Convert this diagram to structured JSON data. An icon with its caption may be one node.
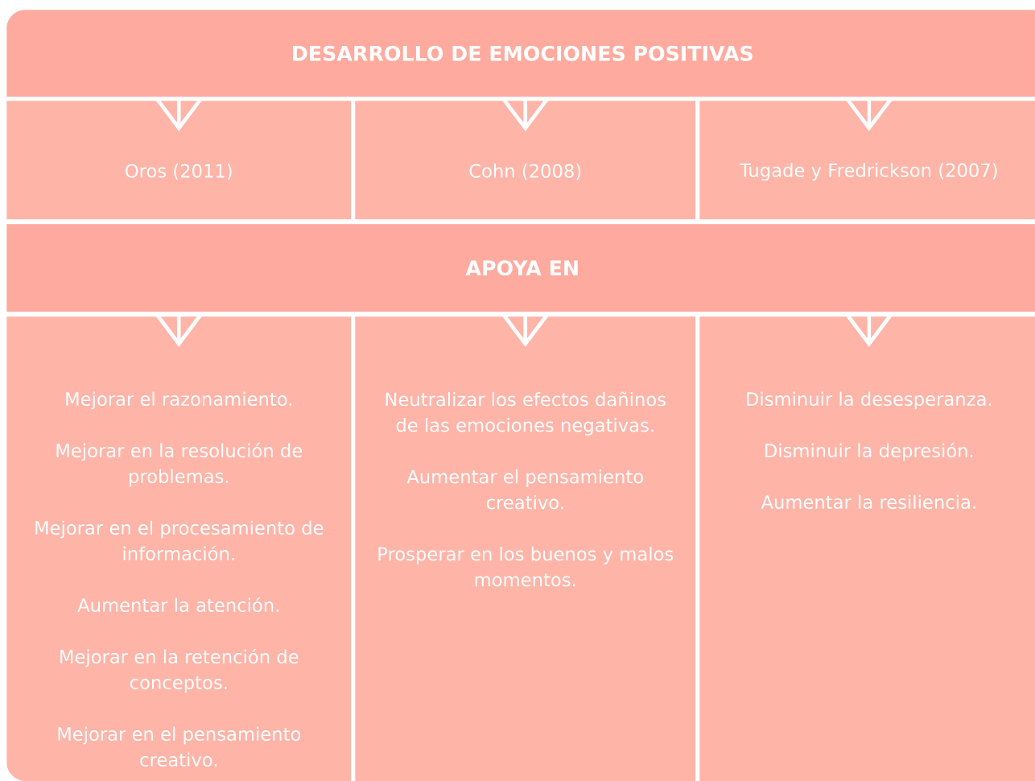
{
  "diagram": {
    "nodes": [
      {
        "text": [
          "DESARROLLO DE EMOCIONES POSITIVAS"
        ]
      },
      {
        "text": [
          "Oros (2011)"
        ]
      },
      {
        "text": [
          "Cohn (2008)"
        ]
      },
      {
        "text": [
          "Tugade y Fredrickson (2007)"
        ]
      },
      {
        "text": [
          "APOYA EN"
        ]
      },
      {
        "text": [
          "Mejorar el razonamiento.",
          "Mejorar en la resolución de problemas.",
          "Mejorar en el procesamiento de información.",
          "Aumentar la atención.",
          "Mejorar en la retención de conceptos.",
          "Mejorar en el pensamiento creativo."
        ]
      },
      {
        "text": [
          "Neutralizar los efectos dañinos de las emociones negativas.",
          "Aumentar el pensamiento creativo.",
          "Prosperar en los buenos y malos momentos."
        ]
      },
      {
        "text": [
          "Disminuir la desesperanza.",
          "Disminuir la depresión.",
          "Aumentar la resiliencia."
        ]
      }
    ],
    "edges": [
      {
        "from": 0,
        "to": 1,
        "arrow": "to"
      },
      {
        "from": 0,
        "to": 2,
        "arrow": "to"
      },
      {
        "from": 0,
        "to": 3,
        "arrow": "to"
      },
      {
        "from": 4,
        "to": 5,
        "arrow": "to"
      },
      {
        "from": 4,
        "to": 6,
        "arrow": "to"
      },
      {
        "from": 4,
        "to": 7,
        "arrow": "to"
      }
    ]
  }
}
